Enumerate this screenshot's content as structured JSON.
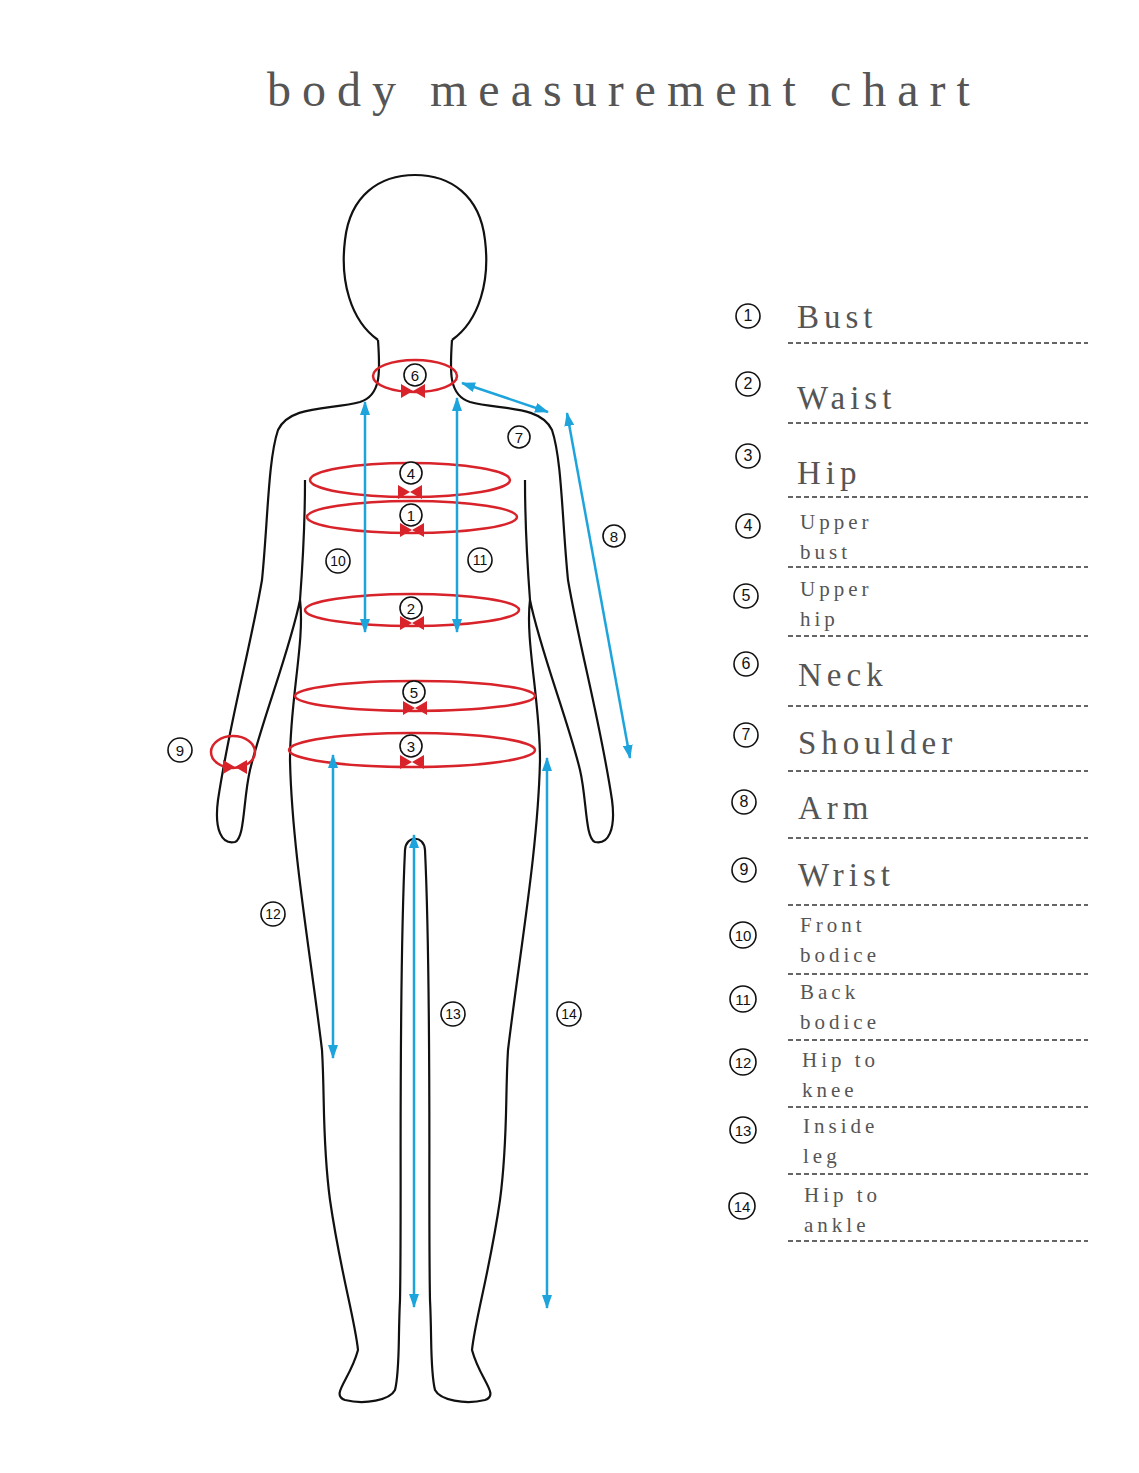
{
  "diagram": {
    "title": "body measurement chart",
    "nodes": [
      {
        "text": [
          "6"
        ]
      },
      {
        "text": [
          "7"
        ]
      },
      {
        "text": [
          "4"
        ]
      },
      {
        "text": [
          "1"
        ]
      },
      {
        "text": [
          "8"
        ]
      },
      {
        "text": [
          "10"
        ]
      },
      {
        "text": [
          "11"
        ]
      },
      {
        "text": [
          "2"
        ]
      },
      {
        "text": [
          "5"
        ]
      },
      {
        "text": [
          "9"
        ]
      },
      {
        "text": [
          "3"
        ]
      },
      {
        "text": [
          "12"
        ]
      },
      {
        "text": [
          "13"
        ]
      },
      {
        "text": [
          "14"
        ]
      },
      {
        "text": [
          "1"
        ]
      },
      {
        "text": [
          "2"
        ]
      },
      {
        "text": [
          "3"
        ]
      },
      {
        "text": [
          "4"
        ]
      },
      {
        "text": [
          "5"
        ]
      },
      {
        "text": [
          "6"
        ]
      },
      {
        "text": [
          "7"
        ]
      },
      {
        "text": [
          "8"
        ]
      },
      {
        "text": [
          "9"
        ]
      },
      {
        "text": [
          "10"
        ]
      },
      {
        "text": [
          "11"
        ]
      },
      {
        "text": [
          "12"
        ]
      },
      {
        "text": [
          "13"
        ]
      },
      {
        "text": [
          "14"
        ]
      }
    ],
    "labels": [
      "Bust",
      "Waist",
      "Hip",
      "Upper bust",
      "Upper hip",
      "Neck",
      "Shoulder",
      "Arm",
      "Wrist",
      "Front bodice",
      "Back bodice",
      "Hip to knee",
      "Inside leg",
      "Hip to ankle"
    ]
  }
}
